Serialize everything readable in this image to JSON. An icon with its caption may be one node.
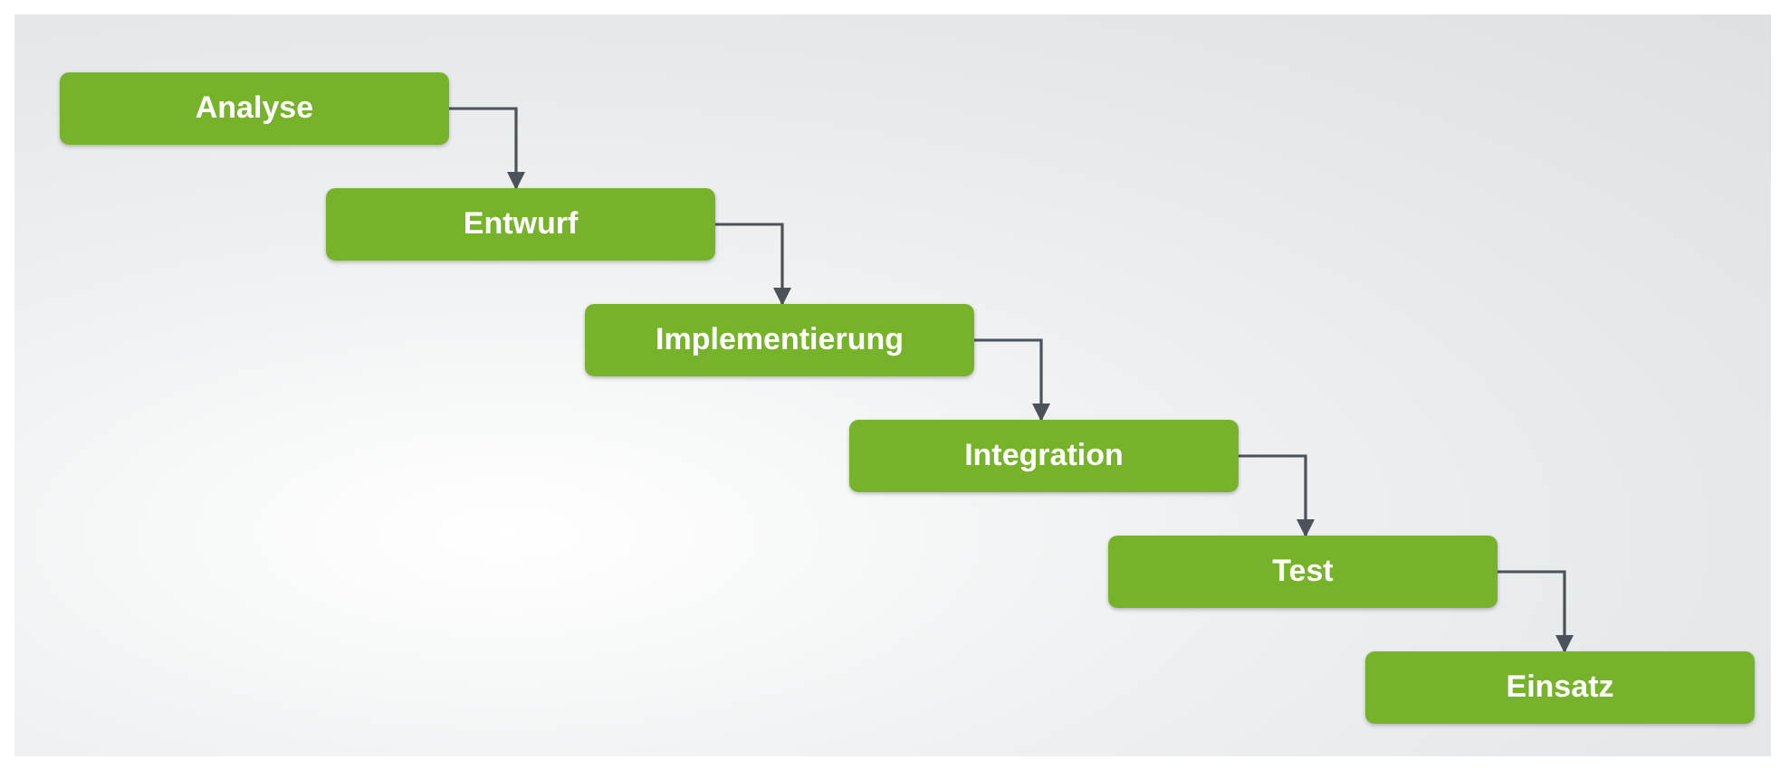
{
  "diagram": {
    "nodes": [
      {
        "text": [
          "Analyse"
        ]
      },
      {
        "text": [
          "Entwurf"
        ]
      },
      {
        "text": [
          "Implementierung"
        ]
      },
      {
        "text": [
          "Integration"
        ]
      },
      {
        "text": [
          "Test"
        ]
      },
      {
        "text": [
          "Einsatz"
        ]
      }
    ],
    "edges": [
      {
        "from": 0,
        "to": 1,
        "arrow": "to"
      },
      {
        "from": 1,
        "to": 2,
        "arrow": "to"
      },
      {
        "from": 2,
        "to": 3,
        "arrow": "to"
      },
      {
        "from": 3,
        "to": 4,
        "arrow": "to"
      },
      {
        "from": 4,
        "to": 5,
        "arrow": "to"
      }
    ]
  }
}
